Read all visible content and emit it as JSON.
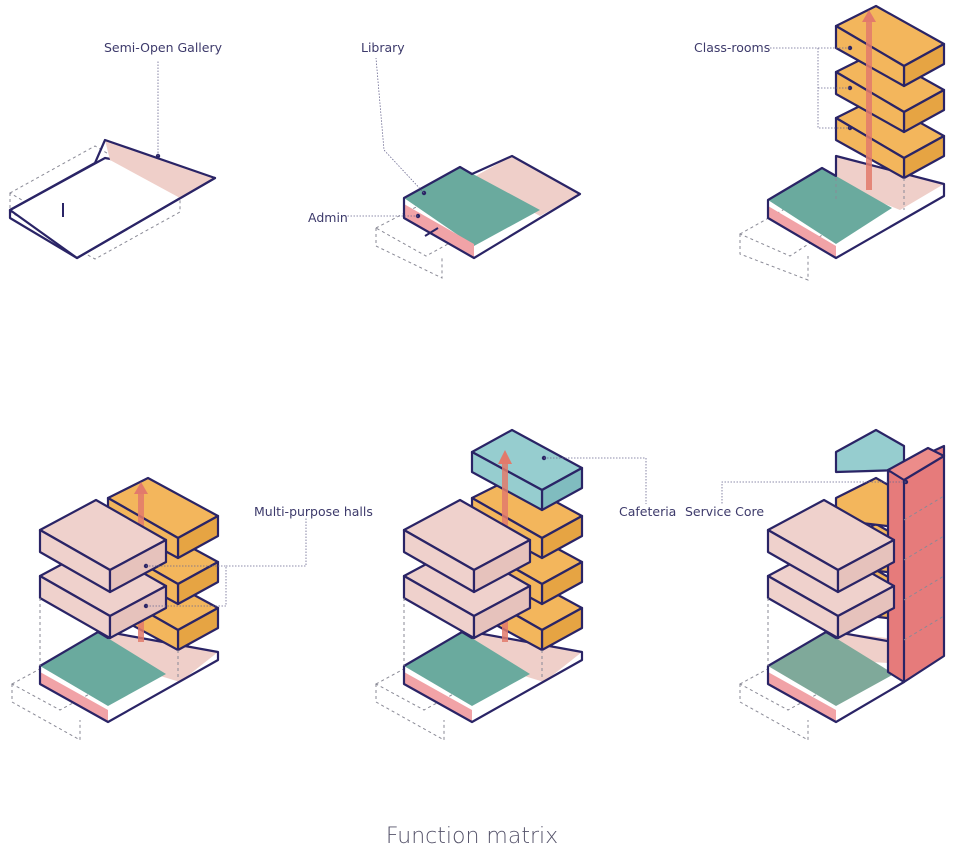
{
  "title": "Function matrix",
  "labels": {
    "semi_open_gallery": "Semi-Open Gallery",
    "library": "Library",
    "admin": "Admin",
    "class_rooms": "Class-rooms",
    "multi_purpose_halls": "Multi-purpose halls",
    "cafeteria": "Cafeteria",
    "service_core": "Service Core"
  },
  "colors": {
    "outline": "#2a2466",
    "gallery_pink": "#efcfc9",
    "library_teal": "#6aaa9e",
    "admin_pink": "#f1a3a7",
    "classroom_yellow": "#f3b65c",
    "classroom_yellow_side": "#e6a443",
    "hall_pink": "#efd1cc",
    "cafeteria_blue": "#96cdcf",
    "service_red": "#e67b7b",
    "arrow": "#e27a6b"
  },
  "icons": {
    "circulation_arrow": "arrow-up-icon"
  }
}
